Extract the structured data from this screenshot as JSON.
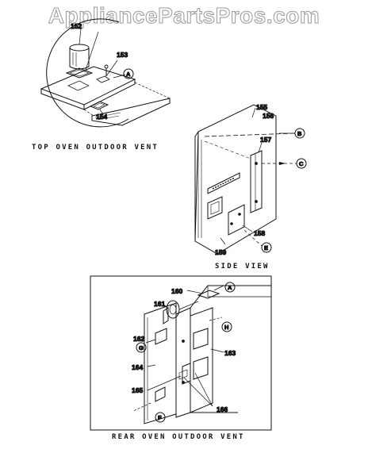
{
  "watermark": "AppliancePartsPros.com",
  "captions": {
    "top": "TOP OVEN OUTDOOR VENT",
    "side": "SIDE VIEW",
    "rear": "REAR OVEN OUTDOOR VENT"
  },
  "parts": {
    "p152": "152",
    "p153": "153",
    "p154": "154",
    "p155": "155",
    "p156": "156",
    "p157": "157",
    "p158": "158",
    "p159": "159",
    "p160": "160",
    "p161": "161",
    "p162": "162",
    "p163": "163",
    "p164": "164",
    "p165": "165",
    "p166": "166"
  },
  "callouts": {
    "a": "A",
    "b": "B",
    "c": "C",
    "e": "E",
    "h": "H",
    "g": "G",
    "f": "F"
  }
}
